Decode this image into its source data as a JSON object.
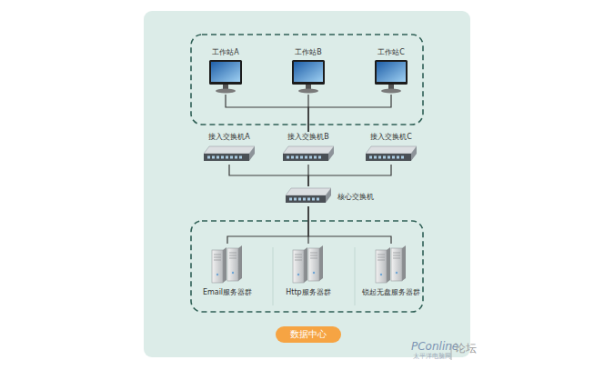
{
  "diagram": {
    "nodes": [
      {
        "text": [
          "工作站A"
        ]
      },
      {
        "text": [
          "工作站B"
        ]
      },
      {
        "text": [
          "工作站C"
        ]
      },
      {
        "text": [
          "接入交换机A"
        ]
      },
      {
        "text": [
          "接入交换机B"
        ]
      },
      {
        "text": [
          "接入交换机C"
        ]
      },
      {
        "text": [
          "核心交换机"
        ]
      },
      {
        "text": [
          "Email服务器群"
        ]
      },
      {
        "text": [
          "Http服务器群"
        ]
      },
      {
        "text": [
          "锐起无盘服务器群"
        ]
      },
      {
        "text": [
          "数据中心"
        ]
      }
    ],
    "edges": [
      {
        "from": 0,
        "to": 4,
        "arrow": "none"
      },
      {
        "from": 1,
        "to": 4,
        "arrow": "none"
      },
      {
        "from": 2,
        "to": 4,
        "arrow": "none"
      },
      {
        "from": 3,
        "to": 6,
        "arrow": "none"
      },
      {
        "from": 4,
        "to": 6,
        "arrow": "none"
      },
      {
        "from": 5,
        "to": 6,
        "arrow": "none"
      },
      {
        "from": 6,
        "to": 7,
        "arrow": "none"
      },
      {
        "from": 6,
        "to": 8,
        "arrow": "none"
      },
      {
        "from": 6,
        "to": 9,
        "arrow": "none"
      }
    ],
    "labels": [
      "PConline",
      "太平洋电脑网",
      "论坛"
    ]
  }
}
